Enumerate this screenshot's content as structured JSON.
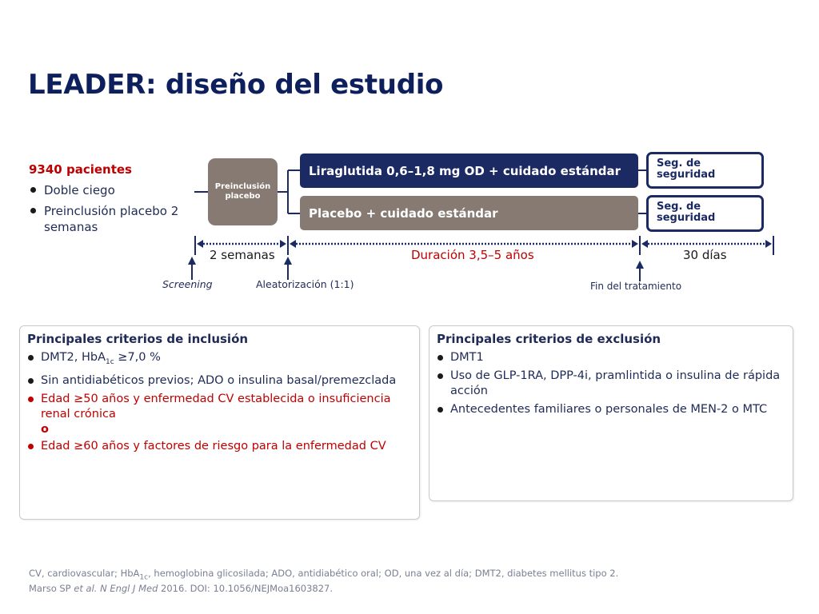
{
  "title": "LEADER: diseño del estudio",
  "patients": {
    "count": "9340 pacientes",
    "bullets": [
      "Doble ciego",
      "Preinclusión placebo 2 semanas"
    ]
  },
  "diagram": {
    "run_in": "Preinclusión placebo",
    "arm_liraglutide": "Liraglutida 0,6–1,8 mg OD + cuidado estándar",
    "arm_placebo": "Placebo + cuidado estándar",
    "safety_followup": "Seg. de seguridad",
    "timeline": {
      "run_in_period": "2 semanas",
      "duration": "Duración 3,5–5 años",
      "follow_up": "30 días"
    },
    "events": {
      "screening": "Screening",
      "randomization": "Aleatorización (1:1)",
      "end_of_treatment": "Fin del tratamiento"
    }
  },
  "inclusion": {
    "heading": "Principales criterios de inclusión",
    "dmt2_prefix": "DMT2, HbA",
    "dmt2_sub": "1c",
    "dmt2_suffix": " ≥7,0 %",
    "item_2": "Sin antidiabéticos previos; ADO o insulina basal/premezclada",
    "item_3": "Edad ≥50 años y enfermedad CV establecida o insuficiencia renal crónica",
    "or_word": "o",
    "item_4": "Edad ≥60 años y factores de riesgo para la enfermedad CV"
  },
  "exclusion": {
    "heading": "Principales criterios de exclusión",
    "items": [
      "DMT1",
      "Uso de GLP-1RA, DPP-4i, pramlintida o insulina de rápida acción",
      "Antecedentes familiares o personales de MEN-2 o MTC"
    ]
  },
  "footnote": {
    "line1_a": "CV, cardiovascular; HbA",
    "line1_sub": "1c",
    "line1_b": ", hemoglobina glicosilada; ADO, antidiabético oral; OD, una vez al día; DMT2, diabetes mellitus tipo 2.",
    "line2_a": "Marso SP ",
    "line2_italic": "et al. N Engl J Med",
    "line2_b": " 2016. DOI: 10.1056/NEJMoa1603827."
  },
  "colors": {
    "navy": "#1b2a63",
    "taupe": "#867a72",
    "red": "#c00000",
    "title": "#0d1f5c"
  }
}
